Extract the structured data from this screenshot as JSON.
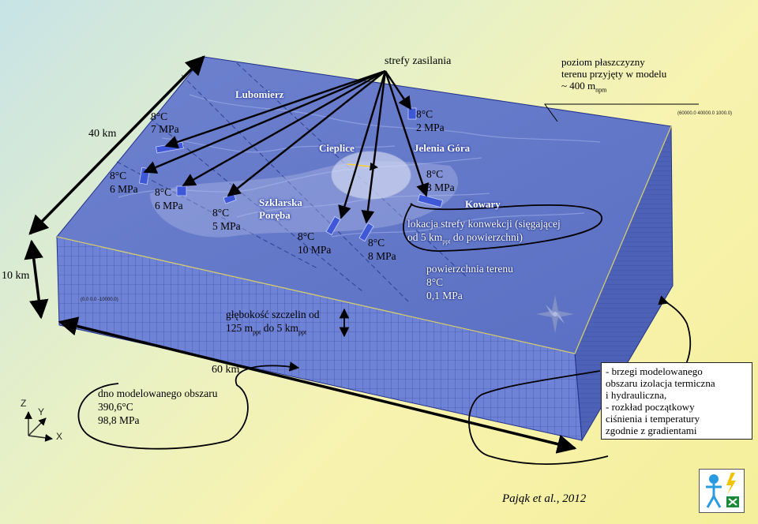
{
  "header": {
    "feed_zones_label": "strefy zasilania"
  },
  "terrain_plane_note": {
    "line1": "poziom płaszczyzny",
    "line2": "terenu przyjęty w modelu",
    "line3": "~ 400 m",
    "line3_sub": "npm"
  },
  "corner_coord_top": "(60000.0 40000.0 1000.0)",
  "corner_coord_left": "(0.0 0.0 -10000.0)",
  "dimensions": {
    "width": "40 km",
    "depth": "10 km",
    "length": "60 km"
  },
  "cities": {
    "lubomierz": "Lubomierz",
    "cieplice": "Cieplice",
    "jelenia_gora": "Jelenia Góra",
    "szklarska_poreba_1": "Szklarska",
    "szklarska_poreba_2": "Poręba",
    "kowary": "Kowary"
  },
  "zones": [
    {
      "temp": "8°C",
      "pressure": "7 MPa"
    },
    {
      "temp": "8°C",
      "pressure": "6 MPa"
    },
    {
      "temp": "8°C",
      "pressure": "6 MPa"
    },
    {
      "temp": "8°C",
      "pressure": "5 MPa"
    },
    {
      "temp": "8°C",
      "pressure": "10 MPa"
    },
    {
      "temp": "8°C",
      "pressure": "8 MPa"
    },
    {
      "temp": "8°C",
      "pressure": "2 MPa"
    },
    {
      "temp": "8°C",
      "pressure": "3 MPa"
    }
  ],
  "convection": {
    "line1": "lokacja strefy konwekcji (sięgającej",
    "line2_a": "od 5 km",
    "line2_sub": "ppt",
    "line2_b": " do powierzchni)"
  },
  "surface": {
    "line1": "powierzchnia terenu",
    "line2": "8°C",
    "line3": "0,1 MPa"
  },
  "fracture_depth": {
    "line1": "głębokość szczelin od",
    "line2_a": "125 m",
    "line2_sub1": "ppt",
    "line2_b": " do 5 km",
    "line2_sub2": "ppt"
  },
  "bottom": {
    "line1": "dno modelowanego obszaru",
    "line2": "390,6°C",
    "line3": "98,8 MPa"
  },
  "boundary": {
    "line1": "- brzegi modelowanego",
    "line2": "obszaru izolacja termiczna",
    "line3": "i hydrauliczna,",
    "line4": "- rozkład początkowy",
    "line5": "ciśnienia i temperatury",
    "line6": "zgodnie z gradientami"
  },
  "axes": {
    "z": "Z",
    "y": "Y",
    "x": "X"
  },
  "credit": "Pająk et al., 2012",
  "colors": {
    "block_top": "#5f74c8",
    "block_front": "#6c80d8",
    "block_side": "#4f63b8",
    "mesh_line": "#2a3a8a",
    "arrow": "#000000",
    "convection_ellipse": "#d6dcf2",
    "zone_marker": "#3e58d8"
  }
}
